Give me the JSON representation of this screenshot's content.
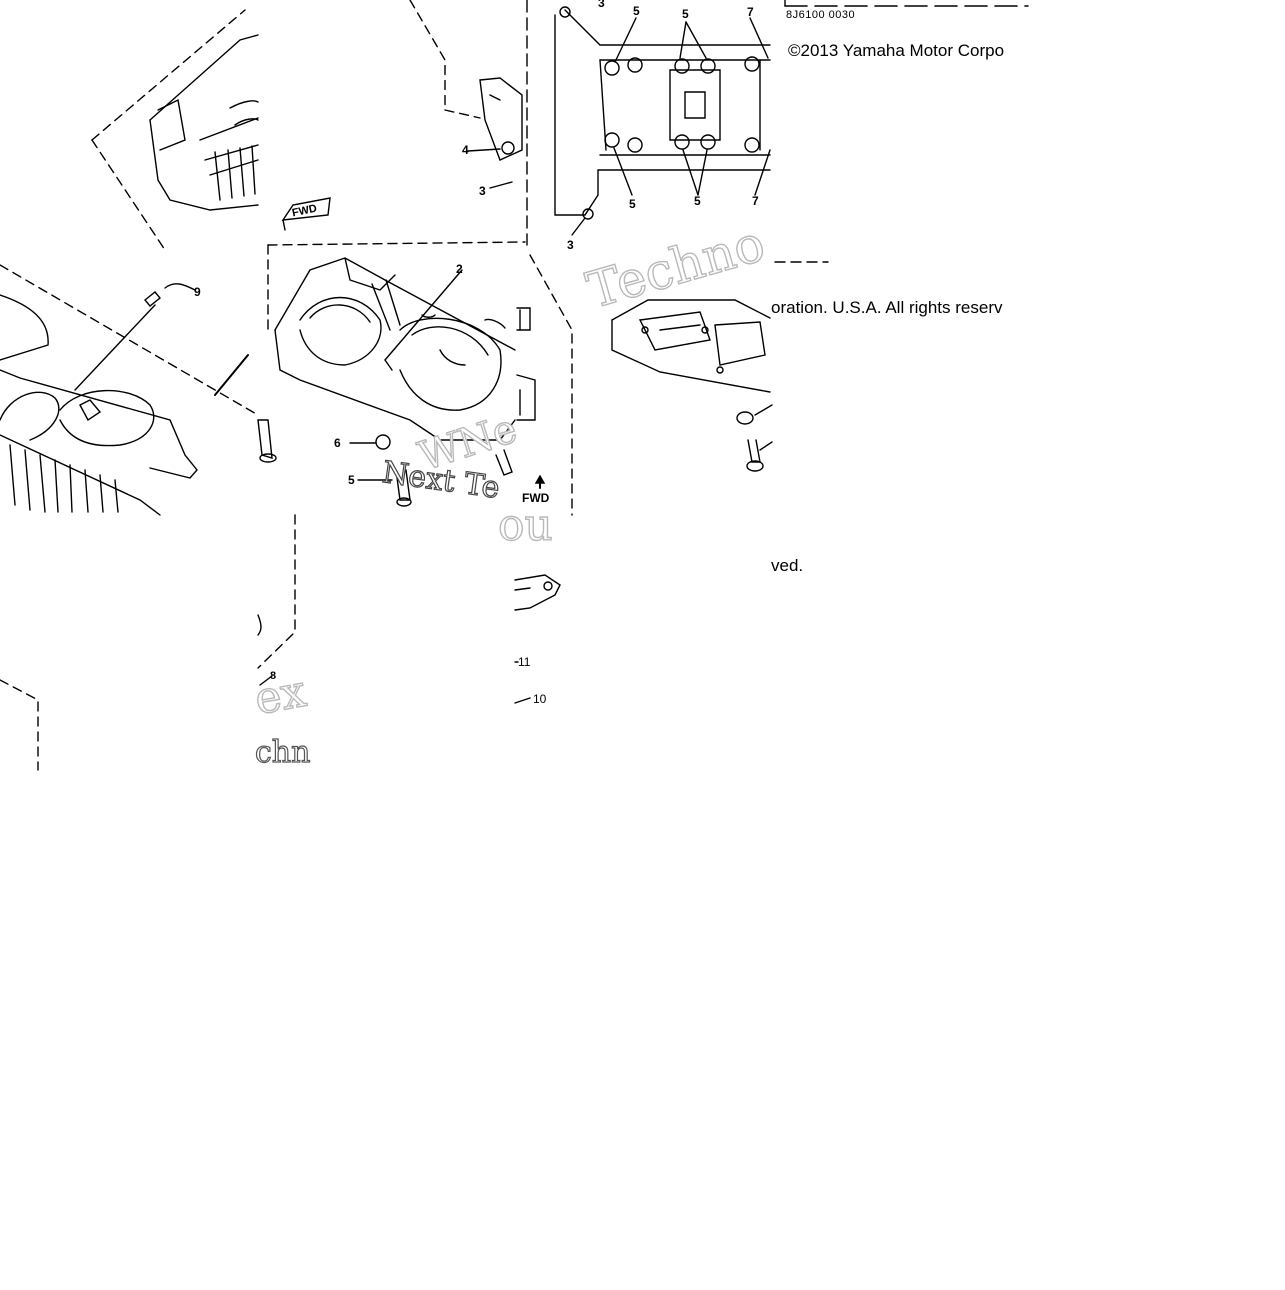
{
  "diagram": {
    "code": "8J6100 0030",
    "copyright_line1": "©2013 Yamaha Motor Corpo",
    "copyright_line2": "oration. U.S.A. All rights reserv",
    "copyright_line3": "ved.",
    "fwd_label_main": "FWD",
    "fwd_label_tag": "FWD"
  },
  "callouts": {
    "c2": "2",
    "c3a": "3",
    "c3b": "3",
    "c3c": "3",
    "c4": "4",
    "c5a": "5",
    "c5b": "5",
    "c5c": "5",
    "c5d": "5",
    "c5e": "5",
    "c6": "6",
    "c7a": "7",
    "c7b": "7",
    "c8": "8",
    "c9": "9",
    "c10": "10",
    "c11": "11"
  },
  "watermark": {
    "w1": "Techno",
    "w2": "Next Te",
    "w3": "ex",
    "w4": "chn",
    "w5": "WNe",
    "w6": "ou"
  },
  "colors": {
    "line": "#000000",
    "watermark": "#b9b9b9"
  }
}
